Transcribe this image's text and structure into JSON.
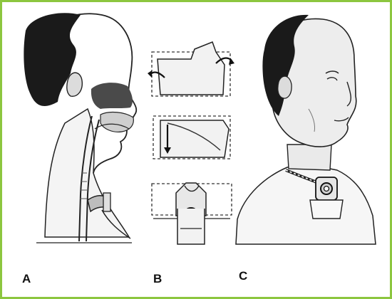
{
  "figure": {
    "border_color": "#8cc63f",
    "panels": [
      {
        "id": "A",
        "label": "A",
        "depicts": "sagittal-head-with-tracheostomy-tube"
      },
      {
        "id": "B",
        "label": "B",
        "depicts": "tracheostomy-tube-steps"
      },
      {
        "id": "C",
        "label": "C",
        "depicts": "man-with-tracheostomy-tube-tie"
      }
    ]
  }
}
